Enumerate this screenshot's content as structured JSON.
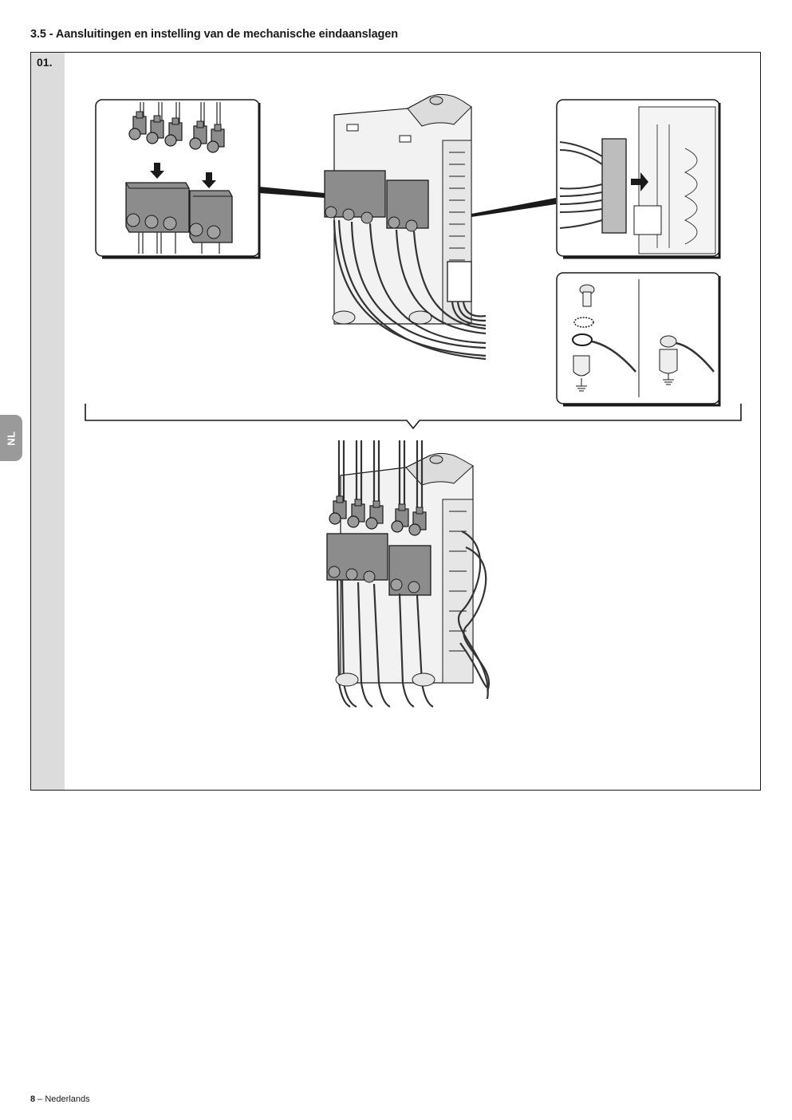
{
  "section": {
    "title": "3.5 - Aansluitingen en instelling van de mechanische eindaanslagen"
  },
  "language_tab": {
    "label": "NL"
  },
  "step": {
    "number": "01."
  },
  "footer": {
    "page_number": "8",
    "separator": " – ",
    "language": "Nederlands"
  },
  "colors": {
    "connector": "#8c8c8c",
    "panel_border": "#1a1a1a",
    "strip": "#dcdcdc",
    "tab": "#9a9a9a"
  },
  "icons": [
    "screw-icon",
    "lock-washer-icon",
    "ring-terminal-icon",
    "ground-symbol-icon",
    "arrow-down-icon",
    "arrow-right-icon"
  ]
}
